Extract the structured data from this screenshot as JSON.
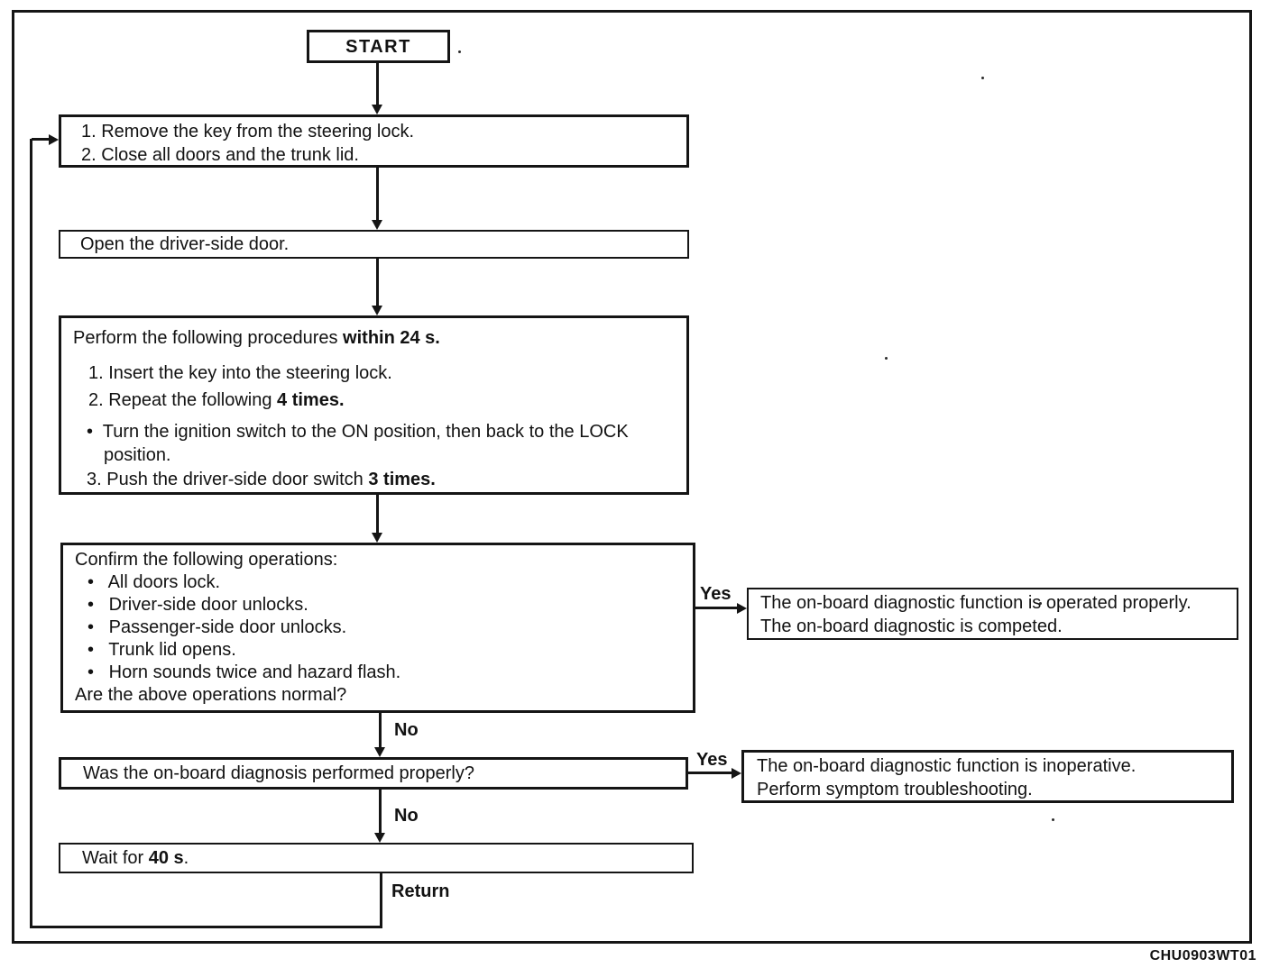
{
  "diagram": {
    "start_label": "START",
    "box_prepare": {
      "line1": "1. Remove the key from the steering lock.",
      "line2": "2. Close all doors and the trunk lid."
    },
    "box_open_door": {
      "text": "Open the driver-side door."
    },
    "box_procedures": {
      "l1a": "Perform the following procedures ",
      "l1b": "within 24 s.",
      "l2": "1. Insert the key into the steering lock.",
      "l3a": "2. Repeat the following ",
      "l3b": "4 times.",
      "l4": "•  Turn the ignition switch to the ON position, then back to the LOCK",
      "l5": "position.",
      "l6a": "3. Push the driver-side door switch ",
      "l6b": "3 times."
    },
    "box_confirm": {
      "title": "Confirm the following operations:",
      "b1": "•   All doors lock.",
      "b2": "•   Driver-side door unlocks.",
      "b3": "•   Passenger-side door unlocks.",
      "b4": "•   Trunk lid opens.",
      "b5": "•   Horn sounds twice and hazard flash.",
      "question": "Are the above operations normal?"
    },
    "box_result_ok": {
      "line1": "The on-board diagnostic function is operated properly.",
      "line2": "The on-board diagnostic is competed."
    },
    "box_question2": {
      "text": "Was the on-board diagnosis performed properly?"
    },
    "box_result_bad": {
      "line1": "The on-board diagnostic function is inoperative.",
      "line2": "Perform symptom troubleshooting."
    },
    "box_wait": {
      "pre": "Wait for ",
      "bold": "40 s",
      "post": "."
    },
    "labels": {
      "yes1": "Yes",
      "no1": "No",
      "yes2": "Yes",
      "no2": "No",
      "return": "Return"
    },
    "figure_code": "CHU0903WT01",
    "colors": {
      "ink": "#151515",
      "background": "#ffffff"
    }
  }
}
